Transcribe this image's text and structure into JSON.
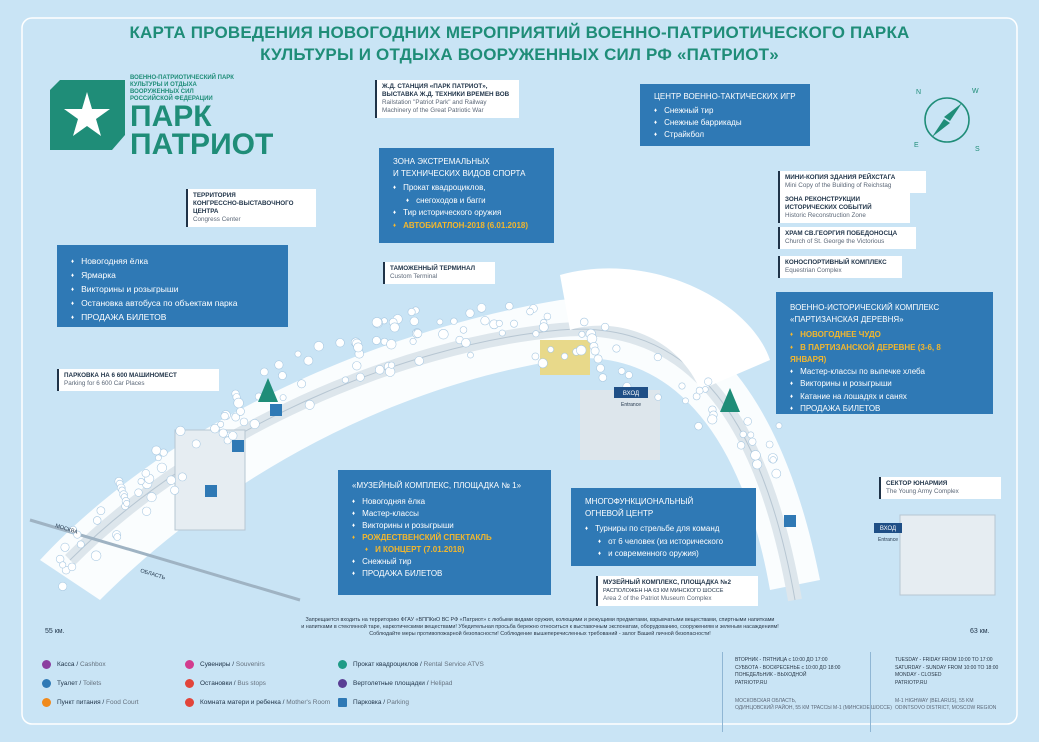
{
  "title": {
    "line1": "КАРТА ПРОВЕДЕНИЯ НОВОГОДНИХ МЕРОПРИЯТИЙ ВОЕННО-ПАТРИОТИЧЕСКОГО ПАРКА",
    "line2": "КУЛЬТУРЫ И ОТДЫХА ВООРУЖЕННЫХ СИЛ РФ «ПАТРИОТ»"
  },
  "logo": {
    "subtitle": [
      "ВОЕННО-ПАТРИОТИЧЕСКИЙ ПАРК",
      "КУЛЬТУРЫ И ОТДЫХА",
      "ВООРУЖЕННЫХ СИЛ",
      "РОССИЙСКОЙ ФЕДЕРАЦИИ"
    ],
    "name1": "ПАРК",
    "name2": "ПАТРИОТ"
  },
  "compass": {
    "labels": [
      "N",
      "S",
      "E",
      "W"
    ]
  },
  "panels": {
    "main": {
      "items": [
        "Новогодняя ёлка",
        "Ярмарка",
        "Викторины и розыгрыши",
        "Остановка автобуса по объектам парка",
        "ПРОДАЖА БИЛЕТОВ"
      ]
    },
    "extreme": {
      "title": [
        "ЗОНА ЭКСТРЕМАЛЬНЫХ",
        "И ТЕХНИЧЕСКИХ ВИДОВ СПОРТА"
      ],
      "items": [
        "Прокат квадроциклов,",
        "снегоходов и багги",
        "Тир исторического оружия"
      ],
      "highlight": "АВТОБИАТЛОН-2018 (6.01.2018)"
    },
    "tactical": {
      "title": "ЦЕНТР ВОЕННО-ТАКТИЧЕСКИХ ИГР",
      "items": [
        "Снежный тир",
        "Снежные баррикады",
        "Страйкбол"
      ]
    },
    "partisan": {
      "title": [
        "ВОЕННО-ИСТОРИЧЕСКИЙ КОМПЛЕКС",
        "«ПАРТИЗАНСКАЯ ДЕРЕВНЯ»"
      ],
      "highlight": [
        "НОВОГОДНЕЕ ЧУДО",
        "В ПАРТИЗАНСКОЙ ДЕРЕВНЕ (3-6, 8 ЯНВАРЯ)"
      ],
      "items": [
        "Мастер-классы по выпечке хлеба",
        "Викторины и розыгрыши",
        "Катание на лошадях и санях",
        "ПРОДАЖА БИЛЕТОВ"
      ]
    },
    "museum": {
      "title": "«МУЗЕЙНЫЙ КОМПЛЕКС, ПЛОЩАДКА № 1»",
      "items": [
        "Новогодняя ёлка",
        "Мастер-классы",
        "Викторины и розыгрыши"
      ],
      "highlight": [
        "РОЖДЕСТВЕНСКИЙ СПЕКТАКЛЬ",
        "И КОНЦЕРТ (7.01.2018)"
      ],
      "items2": [
        "Снежный тир",
        "ПРОДАЖА БИЛЕТОВ"
      ]
    },
    "fire": {
      "title": [
        "МНОГОФУНКЦИОНАЛЬНЫЙ",
        "ОГНЕВОЙ ЦЕНТР"
      ],
      "items": [
        "Турниры по стрельбе для команд",
        "от 6 человек (из исторического",
        "и современного оружия)"
      ]
    }
  },
  "labels": {
    "rail": {
      "ru": [
        "Ж.Д. СТАНЦИЯ «ПАРК ПАТРИОТ»,",
        "ВЫСТАВКА Ж.Д. ТЕХНИКИ ВРЕМЕН ВОВ"
      ],
      "en": [
        "Railstation \"Patriot Park\" and Railway",
        "Machinery of the Great Patriotic War"
      ]
    },
    "congress": {
      "ru": [
        "ТЕРРИТОРИЯ",
        "КОНГРЕССНО-ВЫСТАВОЧНОГО ЦЕНТРА"
      ],
      "en": "Congress Center"
    },
    "customs": {
      "ru": "ТАМОЖЕННЫЙ ТЕРМИНАЛ",
      "en": "Custom Terminal"
    },
    "parking": {
      "ru": "ПАРКОВКА НА 6 600 МАШИНОМЕСТ",
      "en": "Parking for 6 600 Car Places"
    },
    "reichstag": {
      "ru": "МИНИ-КОПИЯ ЗДАНИЯ РЕЙХСТАГА",
      "en": "Mini Copy of the Building of Reichstag"
    },
    "reconstruction": {
      "ru": [
        "ЗОНА РЕКОНСТРУКЦИИ",
        "ИСТОРИЧЕСКИХ СОБЫТИЙ"
      ],
      "en": "Historic Reconstruction Zone"
    },
    "church": {
      "ru": "ХРАМ СВ.ГЕОРГИЯ ПОБЕДОНОСЦА",
      "en": "Church of St. George the Victorious"
    },
    "equestrian": {
      "ru": "КОНОСПОРТИВНЫЙ КОМПЛЕКС",
      "en": "Equestrian Complex"
    },
    "yunarmia": {
      "ru": "СЕКТОР ЮНАРМИЯ",
      "en": "The Young Army Complex"
    },
    "museum2": {
      "ru": [
        "МУЗЕЙНЫЙ КОМПЛЕКС, ПЛОЩАДКА №2",
        "РАСПОЛОЖЕН НА 63 КМ МИНСКОГО ШОССЕ"
      ],
      "en": "Area 2 of the Patriot Museum Complex"
    }
  },
  "map_marks": {
    "entrance1": {
      "ru": "ВХОД",
      "en": "Entrance"
    },
    "entrance2": {
      "ru": "ВХОД",
      "en": "Entrance"
    },
    "road_moscow": "МОСКВА",
    "road_region": "ОБЛАСТЬ",
    "km_left": "55 км.",
    "km_right": "63 км."
  },
  "notice": [
    "Запрещается входить на территорию ФГАУ «ВППКиО ВС РФ «Патриот» с любыми видами оружия, колющими и режущими предметами, взрывчатыми веществами, спиртными напитками",
    "и напитками в стеклянной таре, наркотическими веществами! Убедительная просьба бережно относиться к выставочным экспонатам, оборудованию, сооружениям и зеленым насаждениям!",
    "Соблюдайте меры противопожарной безопасности! Соблюдение вышеперечисленных требований - залог Вашей личной безопасности!"
  ],
  "legend": [
    {
      "ru": "Касса",
      "en": "Cashbox",
      "color": "#8b3fa0",
      "icon": "cashbox-icon"
    },
    {
      "ru": "Туалет",
      "en": "Toilets",
      "color": "#2f79b5",
      "icon": "toilet-icon"
    },
    {
      "ru": "Пункт питания",
      "en": "Food Court",
      "color": "#f08a1c",
      "icon": "food-icon"
    },
    {
      "ru": "Сувениры",
      "en": "Souvenirs",
      "color": "#d23c8e",
      "icon": "souvenir-icon"
    },
    {
      "ru": "Остановки",
      "en": "Bus stops",
      "color": "#e2453a",
      "icon": "bus-icon"
    },
    {
      "ru": "Комната матери и ребенка",
      "en": "Mother's Room",
      "color": "#e2453a",
      "icon": "mother-room-icon"
    },
    {
      "ru": "Прокат квадроциклов",
      "en": "Rental Service ATVS",
      "color": "#1f9b86",
      "icon": "atv-icon"
    },
    {
      "ru": "Вертолетные площадки",
      "en": "Helipad",
      "color": "#5a3e94",
      "icon": "helipad-icon"
    },
    {
      "ru": "Парковка",
      "en": "Parking",
      "color": "#2f79b5",
      "icon": "parking-icon"
    }
  ],
  "hours_ru": [
    "ВТОРНИК - ПЯТНИЦА с 10:00 ДО 17:00",
    "СУББОТА - ВОСКРЕСЕНЬЕ с 10:00 ДО 18:00",
    "ПОНЕДЕЛЬНИК - ВЫХОДНОЙ",
    "PATRIOTP.RU"
  ],
  "hours_en": [
    "TUESDAY - FRIDAY FROM 10:00 TO 17:00",
    "SATURDAY - SUNDAY FROM 10:00 TO 18:00",
    "MONDAY - CLOSED",
    "PATRIOTP.RU"
  ],
  "address_ru": [
    "МОСКОВСКАЯ ОБЛАСТЬ,",
    "ОДИНЦОВСКИЙ РАЙОН, 55 КМ ТРАССЫ М-1 (МИНСКОЕ ШОССЕ)"
  ],
  "address_en": [
    "M-1 HIGHWAY (BELARUS), 55 KM",
    "ODINTSOVO DISTRICT, MOSCOW REGION"
  ],
  "colors": {
    "title": "#1f8d78",
    "panel": "#2f79b5",
    "highlight": "#f3b72d",
    "background": "#c9e4f5"
  }
}
